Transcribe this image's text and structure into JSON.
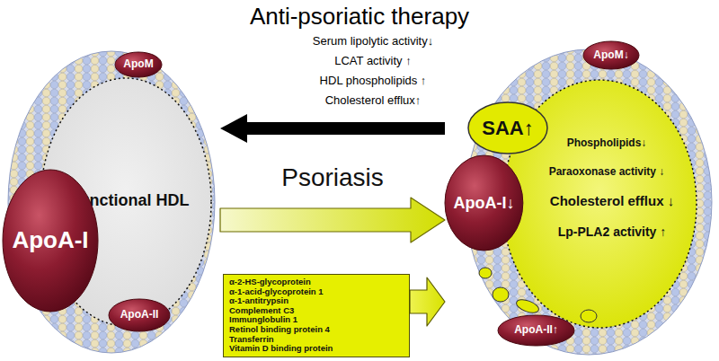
{
  "diagram": {
    "nodes": [
      {
        "text": [
          "Functional HDL"
        ]
      },
      {
        "text": [
          "ApoM"
        ],
        "in": 0
      },
      {
        "text": [
          "ApoA-I"
        ],
        "in": 0
      },
      {
        "text": [
          "ApoA-II"
        ],
        "in": 0
      },
      {
        "text": [
          "Phospholipids↓",
          "Paraoxonase activity ↓",
          "Cholesterol efflux ↓",
          "Lp-PLA2 activity ↑"
        ]
      },
      {
        "text": [
          "ApoM↓"
        ],
        "in": 4
      },
      {
        "text": [
          "SAA↑"
        ],
        "in": 4
      },
      {
        "text": [
          "ApoA-I↓"
        ],
        "in": 4
      },
      {
        "text": [
          "ApoA-II↑"
        ],
        "in": 4
      },
      {
        "text": [
          "α-2-HS-glycoprotein",
          "α-1-acid-glycoprotein 1",
          "α-1-antitrypsin",
          "Complement C3",
          "Immunglobulin 1",
          "Retinol binding protein 4",
          "Transferrin",
          "Vitamin D binding protein"
        ]
      }
    ],
    "edges": [
      {
        "from": 4,
        "to": 0,
        "arrow": "to"
      },
      {
        "from": 0,
        "to": 4,
        "label": "Psoriasis",
        "arrow": "to"
      },
      {
        "from": 9,
        "to": 4,
        "arrow": "to"
      }
    ],
    "labels": [
      "Anti-psoriatic therapy",
      "Serum lipolytic activity↓",
      "LCAT activity ↑",
      "HDL phospholipids ↑",
      "Cholesterol efflux↑"
    ]
  }
}
